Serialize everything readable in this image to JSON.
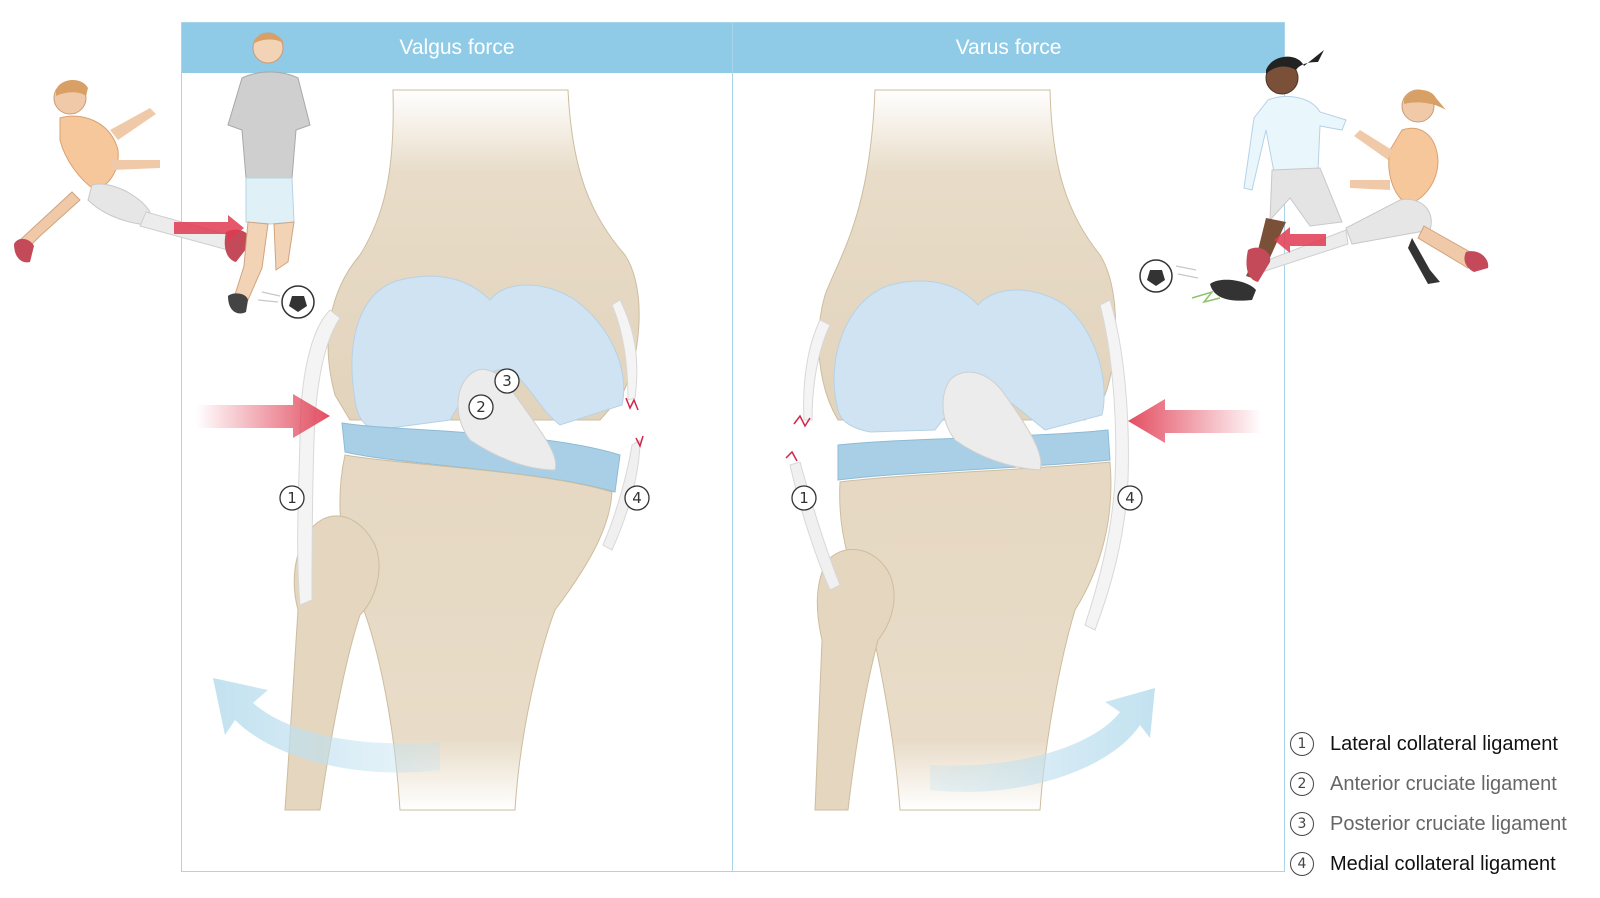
{
  "panels": {
    "left": {
      "title": "Valgus force"
    },
    "right": {
      "title": "Varus force"
    }
  },
  "markers": [
    "1",
    "2",
    "3",
    "4"
  ],
  "legend": [
    {
      "number": "1",
      "label": "Lateral collateral ligament",
      "emphasis": true
    },
    {
      "number": "2",
      "label": "Anterior cruciate ligament",
      "emphasis": false
    },
    {
      "number": "3",
      "label": "Posterior cruciate ligament",
      "emphasis": false
    },
    {
      "number": "4",
      "label": "Medial collateral ligament",
      "emphasis": true
    }
  ],
  "colors": {
    "header": "#8fcbe6",
    "panel_border": "#a9d5ea",
    "bone": "#e8dcc8",
    "cartilage": "#cfe3f2",
    "meniscus": "#a9cfe6",
    "ligament": "#f4f4f4",
    "force_arrow": "#e03a50",
    "rotation_arrow": "#bfe0ef"
  }
}
